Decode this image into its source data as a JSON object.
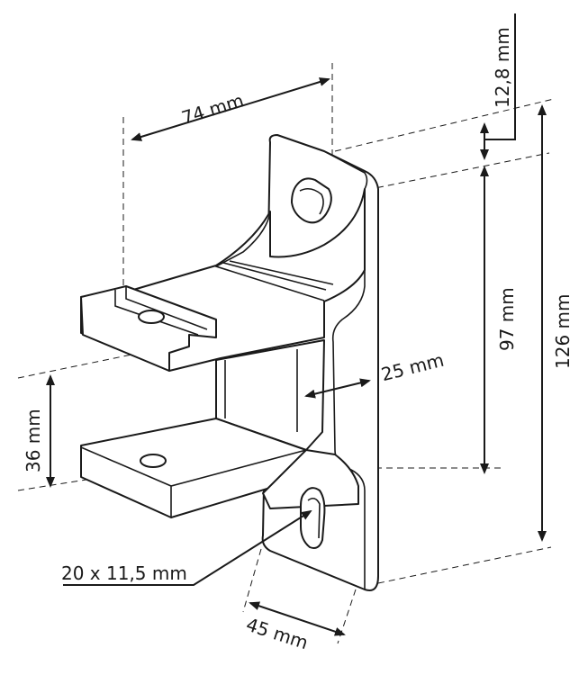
{
  "labels": {
    "width_top": "74 mm",
    "flange_top": "12,8 mm",
    "height_97": "97 mm",
    "height_126": "126 mm",
    "gap_25": "25 mm",
    "clamp_36": "36 mm",
    "slot_size": "20 x 11,5 mm",
    "base_45": "45 mm"
  },
  "colors": {
    "line": "#1a1a1a",
    "background": "#ffffff"
  }
}
